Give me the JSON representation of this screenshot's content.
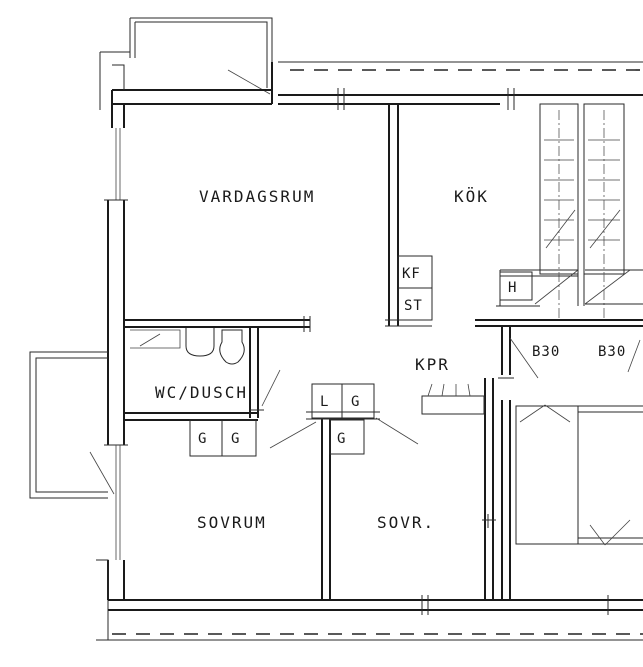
{
  "rooms": {
    "vardagsrum": "VARDAGSRUM",
    "kok": "KÖK",
    "wc_dusch": "WC/DUSCH",
    "sovrum": "SOVRUM",
    "sovr": "SOVR.",
    "kpr": "KPR"
  },
  "fixtures": {
    "kf": "KF",
    "st": "ST",
    "h": "H",
    "b30_left": "B30",
    "b30_right": "B30",
    "l": "L",
    "g_closet": "G",
    "g_sovr": "G",
    "g_bath_1": "G",
    "g_bath_2": "G"
  }
}
